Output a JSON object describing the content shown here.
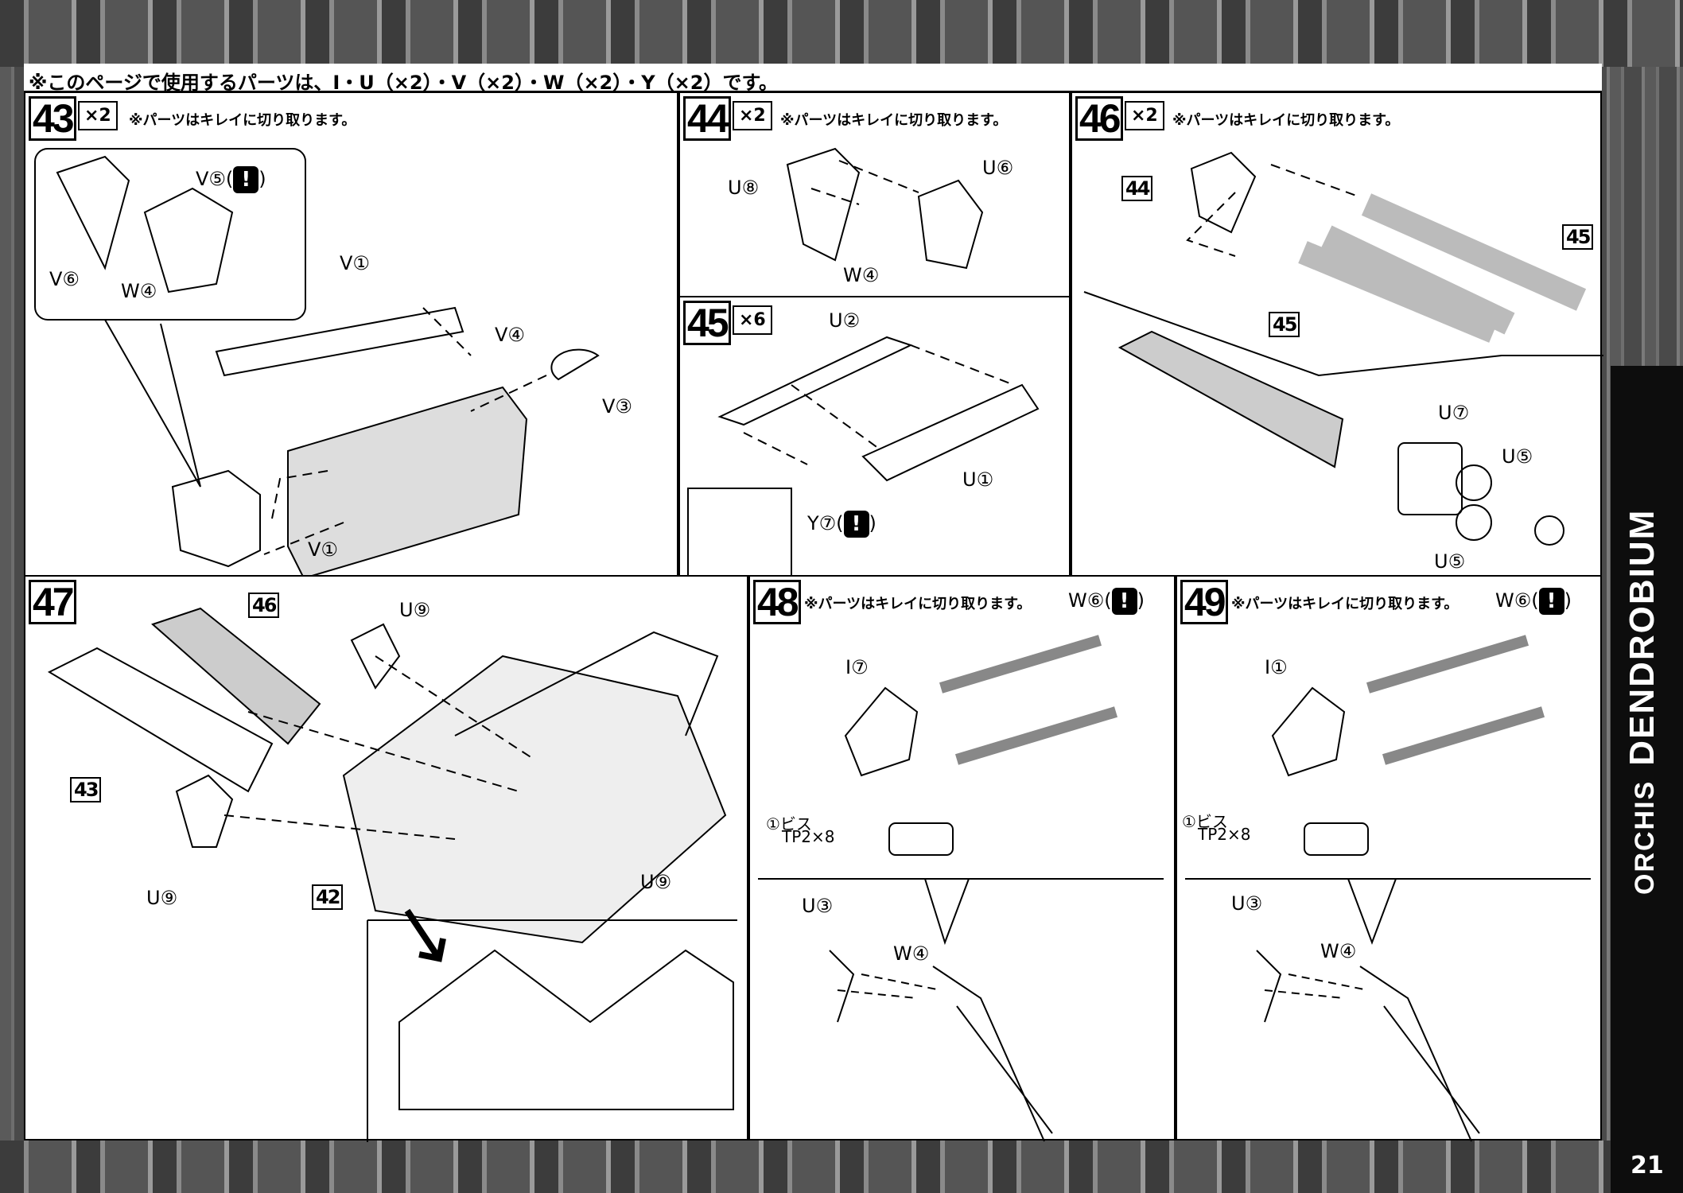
{
  "header": {
    "parts_note": "※このページで使用するパーツは、I・U（×2）・V（×2）・W（×2）・Y（×2）です。"
  },
  "sidebar": {
    "title_small": "ORCHIS",
    "title_large": "DENDROBIUM",
    "page_number": "21"
  },
  "steps": [
    {
      "number": "43",
      "multiplier": "×2",
      "note": "※パーツはキレイに切り取ります。",
      "labels": [
        "V⑤(",
        "V⑥",
        "W④",
        "V①",
        "V④",
        "V③",
        "V①",
        ")"
      ]
    },
    {
      "number": "44",
      "multiplier": "×2",
      "note": "※パーツはキレイに切り取ります。",
      "labels": [
        "U⑧",
        "U⑥",
        "W④"
      ]
    },
    {
      "number": "45",
      "multiplier": "×6",
      "labels": [
        "U②",
        "U①",
        "Y⑦(",
        ")"
      ]
    },
    {
      "number": "46",
      "multiplier": "×2",
      "note": "※パーツはキレイに切り取ります。",
      "labels": [
        "U⑦",
        "U⑤",
        "U⑤"
      ],
      "refs": [
        "44",
        "45",
        "45"
      ]
    },
    {
      "number": "47",
      "labels": [
        "U⑨",
        "U⑨",
        "U⑨"
      ],
      "refs": [
        "46",
        "43",
        "42"
      ]
    },
    {
      "number": "48",
      "note": "※パーツはキレイに切り取ります。",
      "labels": [
        "W⑥(",
        ")",
        "I⑦",
        "①ビス",
        "TP2×8",
        "U③",
        "W④"
      ]
    },
    {
      "number": "49",
      "note": "※パーツはキレイに切り取ります。",
      "labels": [
        "W⑥(",
        ")",
        "I①",
        "①ビス",
        "TP2×8",
        "U③",
        "W④"
      ]
    }
  ],
  "warning_glyph": "!"
}
